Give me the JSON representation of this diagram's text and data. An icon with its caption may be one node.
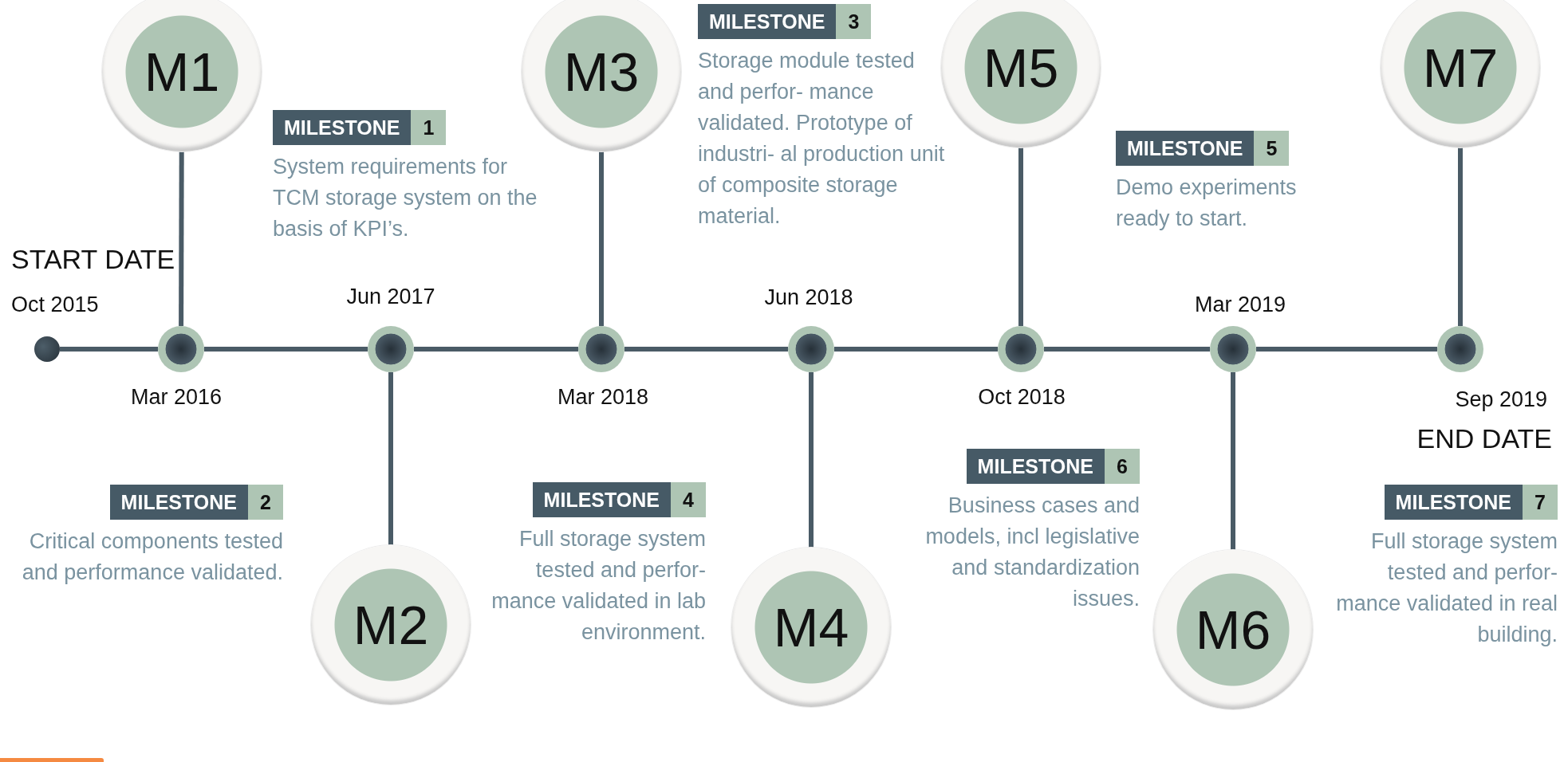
{
  "diagram": {
    "nodes": [
      {
        "text": [
          "M1"
        ]
      },
      {
        "text": [
          "M2"
        ]
      },
      {
        "text": [
          "M3"
        ]
      },
      {
        "text": [
          "M4"
        ]
      },
      {
        "text": [
          "M5"
        ]
      },
      {
        "text": [
          "M6"
        ]
      },
      {
        "text": [
          "M7"
        ]
      },
      {
        "text": [
          "MILESTONE",
          "1"
        ],
        "beside": [
          "System requirements for TCM storage system on the basis of KPI’s."
        ]
      },
      {
        "text": [
          "MILESTONE",
          "2"
        ],
        "beside": [
          "Critical components tested and performance validated."
        ]
      },
      {
        "text": [
          "MILESTONE",
          "3"
        ],
        "beside": [
          "Storage module tested and perfor- mance validated. Prototype of industri- al production unit of composite storage material."
        ]
      },
      {
        "text": [
          "MILESTONE",
          "4"
        ],
        "beside": [
          "Full storage system tested and perfor- mance validated in lab environment."
        ]
      },
      {
        "text": [
          "MILESTONE",
          "5"
        ],
        "beside": [
          "Demo experiments ready to start."
        ]
      },
      {
        "text": [
          "MILESTONE",
          "6"
        ],
        "beside": [
          "Business cases and models, incl legislative and standardization issues."
        ]
      },
      {
        "text": [
          "MILESTONE",
          "7"
        ],
        "beside": [
          "Full storage system tested and perfor- mance validated in real building."
        ]
      },
      {
        "text": [],
        "shape": "circle",
        "beside": [
          "START DATE",
          "Oct 2015"
        ]
      },
      {
        "text": [],
        "shape": "circle",
        "beside": [
          "Mar 2016"
        ]
      },
      {
        "text": [],
        "shape": "circle",
        "beside": [
          "Jun 2017"
        ]
      },
      {
        "text": [],
        "shape": "circle",
        "beside": [
          "Mar 2018"
        ]
      },
      {
        "text": [],
        "shape": "circle",
        "beside": [
          "Jun 2018"
        ]
      },
      {
        "text": [],
        "shape": "circle",
        "beside": [
          "Oct 2018"
        ]
      },
      {
        "text": [],
        "shape": "circle",
        "beside": [
          "Mar 2019"
        ]
      },
      {
        "text": [],
        "shape": "circle",
        "beside": [
          "Sep 2019",
          "END DATE"
        ]
      }
    ],
    "edges": [
      {
        "from": 0,
        "to": 15,
        "arrow": "none"
      },
      {
        "from": 1,
        "to": 16,
        "arrow": "none"
      },
      {
        "from": 2,
        "to": 17,
        "arrow": "none"
      },
      {
        "from": 3,
        "to": 18,
        "arrow": "none"
      },
      {
        "from": 4,
        "to": 19,
        "arrow": "none"
      },
      {
        "from": 5,
        "to": 20,
        "arrow": "none"
      },
      {
        "from": 6,
        "to": 21,
        "arrow": "none"
      },
      {
        "from": 14,
        "to": 15,
        "arrow": "none"
      },
      {
        "from": 15,
        "to": 16,
        "arrow": "none"
      },
      {
        "from": 16,
        "to": 17,
        "arrow": "none"
      },
      {
        "from": 17,
        "to": 18,
        "arrow": "none"
      },
      {
        "from": 18,
        "to": 19,
        "arrow": "none"
      },
      {
        "from": 19,
        "to": 20,
        "arrow": "none"
      },
      {
        "from": 20,
        "to": 21,
        "arrow": "none"
      }
    ]
  }
}
